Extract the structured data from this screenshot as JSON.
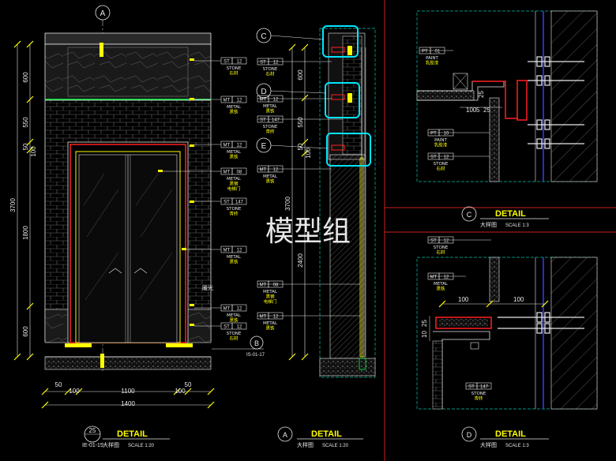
{
  "watermark": "模型组",
  "colors": {
    "bg": "#000000",
    "line": "#e8e8e8",
    "yellow": "#ffff00",
    "red": "#ff2020",
    "cyan": "#00e5ff",
    "teal": "#00c2a8",
    "blue": "#3a3aff",
    "green": "#00ff40",
    "white": "#ffffff"
  },
  "elevation": {
    "axis_bubble": "A",
    "dims_left": [
      "600",
      "550",
      "50",
      "100",
      "3700",
      "1800",
      "600"
    ],
    "dims_bottom": [
      "50",
      "100",
      "1100",
      "100",
      "50",
      "1400"
    ],
    "tags": [
      {
        "code": "ST",
        "num": "12",
        "l1": "STONE",
        "l2": "石材"
      },
      {
        "code": "MT",
        "num": "12",
        "l1": "METAL",
        "l2": "黑铁"
      },
      {
        "code": "MT",
        "num": "12",
        "l1": "METAL",
        "l2": "黑铁"
      },
      {
        "code": "MT",
        "num": "08",
        "l1": "METAL",
        "l2": "黑钢",
        "l3": "电梯门"
      },
      {
        "code": "ST",
        "num": "147",
        "l1": "STONE",
        "l2": "青砖"
      },
      {
        "code": "MT",
        "num": "12",
        "l1": "METAL",
        "l2": "黑铁"
      },
      {
        "code": "MT",
        "num": "12",
        "l1": "METAL",
        "l2": "黑铁"
      },
      {
        "code": "ST",
        "num": "12",
        "l1": "STONE",
        "l2": "石材"
      }
    ],
    "note_light": "暖光",
    "section_bubble": "B",
    "section_ref": "IS-01-17",
    "title_num": "25",
    "title_ref": "IE-01-15",
    "title": "DETAIL",
    "sub_cn": "大样图",
    "sub_scale": "SCALE   1:20"
  },
  "section": {
    "callouts": [
      "C",
      "D",
      "E"
    ],
    "dims_left": [
      "600",
      "550",
      "50",
      "100",
      "3700",
      "2400"
    ],
    "tags": [
      {
        "code": "ST",
        "num": "12",
        "l1": "STONE",
        "l2": "石材"
      },
      {
        "code": "MT",
        "num": "12",
        "l1": "METAL",
        "l2": "黑铁"
      },
      {
        "code": "ST",
        "num": "147",
        "l1": "STONE",
        "l2": "青砖"
      },
      {
        "code": "MT",
        "num": "12",
        "l1": "METAL",
        "l2": "黑铁"
      },
      {
        "code": "MT",
        "num": "08",
        "l1": "METAL",
        "l2": "黑钢",
        "l3": "电梯门"
      },
      {
        "code": "MT",
        "num": "12",
        "l1": "METAL",
        "l2": "黑铁"
      }
    ],
    "title_bubble": "A",
    "title": "DETAIL",
    "sub_cn": "大样图",
    "sub_scale": "SCALE   1:20"
  },
  "detailC": {
    "tags": [
      {
        "code": "PT",
        "num": "01",
        "l1": "PAINT",
        "l2": "乳胶漆"
      },
      {
        "code": "PT",
        "num": "10",
        "l1": "PAINT",
        "l2": "乳胶漆"
      },
      {
        "code": "ST",
        "num": "12",
        "l1": "STONE",
        "l2": "石材"
      }
    ],
    "dims": [
      "25",
      "100",
      "5",
      "25"
    ],
    "title_bubble": "C",
    "title": "DETAIL",
    "sub_cn": "大样图",
    "sub_scale": "SCALE   1:3"
  },
  "detailD": {
    "tags": [
      {
        "code": "ST",
        "num": "12",
        "l1": "STONE",
        "l2": "石材"
      },
      {
        "code": "MT",
        "num": "12",
        "l1": "METAL",
        "l2": "黑铁"
      },
      {
        "code": "ST",
        "num": "147",
        "l1": "STONE",
        "l2": "青砖"
      }
    ],
    "dims": [
      "100",
      "100",
      "25",
      "10"
    ],
    "title_bubble": "D",
    "title": "DETAIL",
    "sub_cn": "大样图",
    "sub_scale": "SCALE   1:3"
  }
}
